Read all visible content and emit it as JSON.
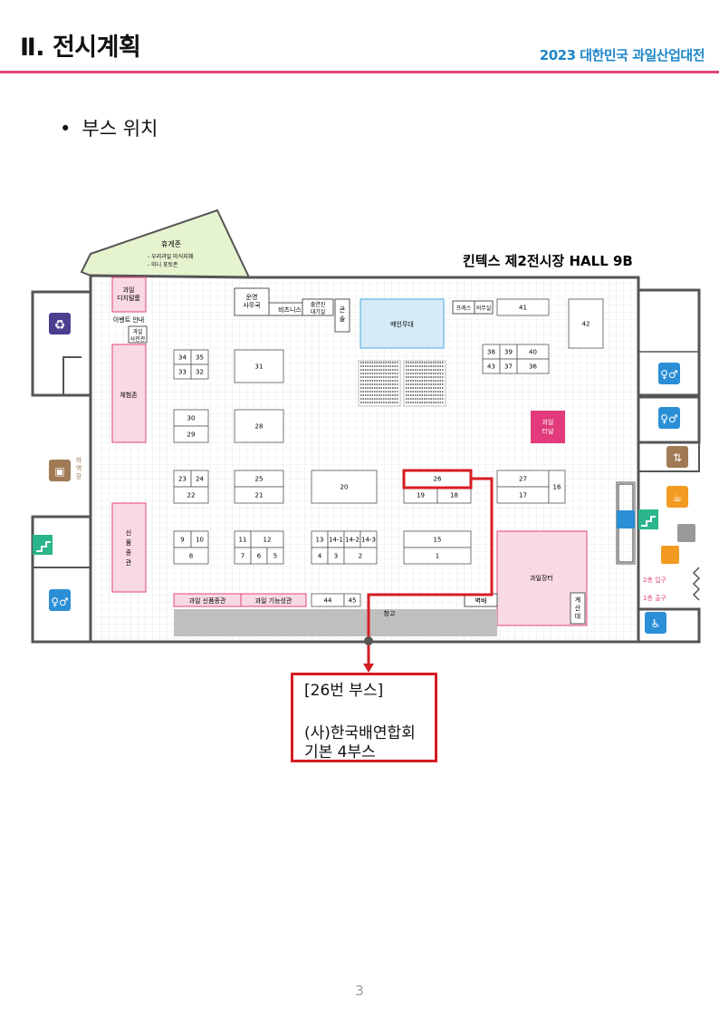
{
  "header": {
    "title": "Ⅱ. 전시계획",
    "event": "2023 대한민국 과일산업대전"
  },
  "section": {
    "bullet": "•",
    "title": "부스 위치"
  },
  "map": {
    "hall_title": "킨텍스 제2전시장 HALL 9B",
    "rest_zone": {
      "title": "휴게존",
      "items": [
        "- 우리과일 미식지혜",
        "- 미니 포토존"
      ]
    },
    "left_booths": {
      "digital": [
        "과일",
        "디지털룸"
      ],
      "event": "이벤트 안내",
      "photo": [
        "과일",
        "사진관"
      ],
      "experience": "체험존",
      "showcase": [
        "신",
        "품",
        "종",
        "관"
      ]
    },
    "offices": {
      "ops": [
        "운영",
        "사무국"
      ],
      "business": "비즈니스",
      "exhibitor": [
        "출연진",
        "대기실"
      ],
      "cone": [
        "콘",
        "솔"
      ],
      "main_stage": "메인무대",
      "press": "프레스",
      "medical": "의무실"
    },
    "booths": {
      "b34": "34",
      "b35": "35",
      "b33": "33",
      "b32": "32",
      "b31": "31",
      "b30": "30",
      "b29": "29",
      "b28": "28",
      "b23": "23",
      "b24": "24",
      "b22": "22",
      "b25": "25",
      "b21": "21",
      "b20": "20",
      "b26": "26",
      "b19": "19",
      "b18": "18",
      "b27": "27",
      "b17": "17",
      "b16": "16",
      "b41": "41",
      "b42": "42",
      "b38": "38",
      "b39": "39",
      "b40": "40",
      "b43": "43",
      "b37": "37",
      "b36": "36",
      "b9": "9",
      "b10": "10",
      "b8": "8",
      "b11": "11",
      "b12": "12",
      "b7": "7",
      "b6": "6",
      "b5": "5",
      "b13": "13",
      "b141": "14-1",
      "b142": "14-2",
      "b143": "14-3",
      "b4": "4",
      "b3": "3",
      "b2": "2",
      "b15": "15",
      "b1": "1",
      "b44": "44",
      "b45": "45"
    },
    "zones": {
      "fruit_tunnel": [
        "과일",
        "터널"
      ],
      "market": "과일장터",
      "storage": "창고",
      "wall": "벽배",
      "cashier": [
        "계",
        "산",
        "대"
      ],
      "new_product": "과일 신품종관",
      "function": "과일 기능성관",
      "loading": [
        "하",
        "역",
        "장"
      ]
    },
    "entrances": {
      "entrance": "2층 입구",
      "exit": "1층 출구"
    },
    "colors": {
      "pink_zone": "#f9d9e3",
      "pink_border": "#e2457a",
      "magenta": "#e23a7a",
      "stage": "#d6ebf8",
      "rest": "#e6f3cf",
      "storage": "#bfbfbf",
      "highlight": "#d61d22",
      "icon_blue": "#2b8fd6",
      "icon_brown": "#a07a55",
      "icon_orange": "#f39a22",
      "icon_purple": "#4b3e8f",
      "icon_green": "#2ab58b"
    }
  },
  "callout": {
    "booth_label": "[26번 부스]",
    "org": "(사)한국배연합회",
    "booths": "기본 4부스"
  },
  "page_number": "3"
}
